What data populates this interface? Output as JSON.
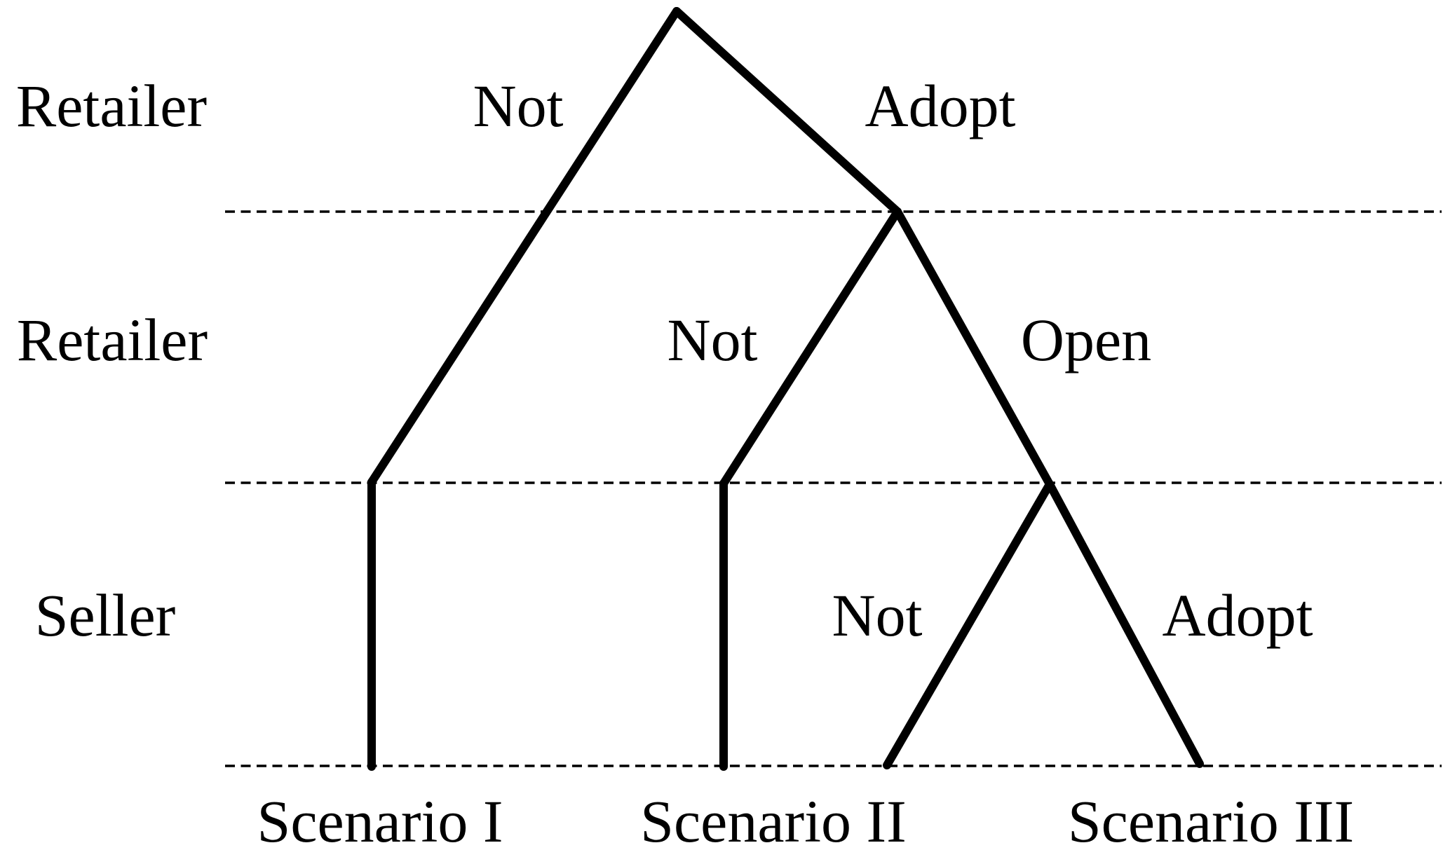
{
  "style": {
    "background": "#ffffff",
    "line_color": "#000000",
    "text_color": "#000000"
  },
  "tree": {
    "type": "game-tree",
    "levels": [
      {
        "player": "Retailer",
        "branches": {
          "left": "Not",
          "right": "Adopt"
        }
      },
      {
        "player": "Retailer",
        "branches": {
          "left": "Not",
          "right": "Open"
        }
      },
      {
        "player": "Seller",
        "branches": {
          "left": "Not",
          "right": "Adopt"
        }
      }
    ],
    "outcomes": [
      "Scenario I",
      "Scenario II",
      "Scenario III"
    ]
  }
}
